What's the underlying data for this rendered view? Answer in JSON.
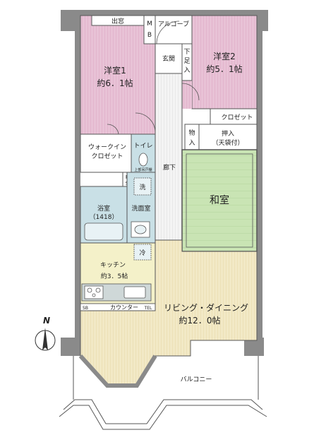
{
  "colors": {
    "wall": "#8a8a8a",
    "western_room": "#e8c2d6",
    "japanese_room": "#c9e4b4",
    "wet_area": "#c9e0e6",
    "kitchen": "#f4f1c9",
    "living": "#f2e9c6",
    "closet": "#ffffff",
    "hall": "#f2f2f2"
  },
  "labels": {
    "demado": "出窓",
    "mb": "M\nB",
    "alcove": "アルコーブ",
    "entrance": "玄関",
    "shoe_box": "下\n足\n入",
    "western1_name": "洋室1",
    "western1_size": "約6．1帖",
    "western2_name": "洋室2",
    "western2_size": "約5．1帖",
    "closet": "クロゼット",
    "storage": "物\n入",
    "oshiire": "押入",
    "oshiire_note": "（天袋付）",
    "walkin1": "ウォークイン",
    "walkin2": "クロゼット",
    "toilet": "トイレ",
    "upper_shelf": "上部吊戸棚",
    "ps": "P\nS",
    "corridor": "廊下",
    "japanese_room": "和室",
    "wash": "洗",
    "bath_name": "浴室",
    "bath_size": "（1418）",
    "washroom": "洗面室",
    "fridge": "冷",
    "kitchen_name": "キッチン",
    "kitchen_size": "約3．5帖",
    "sb": "SB",
    "counter": "カウンター",
    "tel": "TEL",
    "living_name": "リビング・ダイニング",
    "living_size": "約12．0帖",
    "balcony": "バルコニー",
    "north": "N"
  }
}
